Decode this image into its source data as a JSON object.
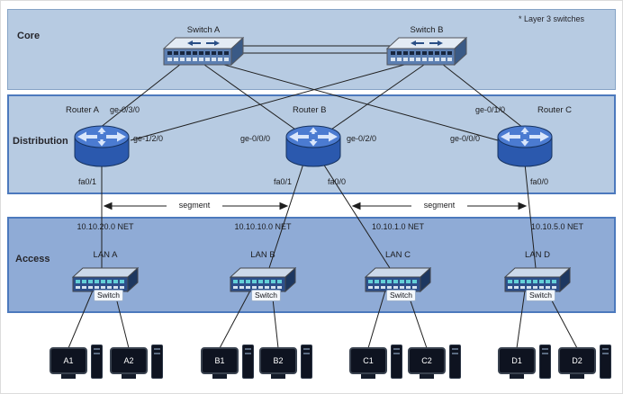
{
  "note": "* Layer 3 switches",
  "colors": {
    "layer_band": "#b7cbe2",
    "access_band": "#8fabd6",
    "band_border": "#4c79bd",
    "router_blue": "#2b59ae",
    "port_cyan": "#63cfd8",
    "wire": "#1f1f1f"
  },
  "core": {
    "label": "Core",
    "switches": [
      {
        "name": "Switch A"
      },
      {
        "name": "Switch B"
      }
    ]
  },
  "distribution": {
    "label": "Distribution",
    "routers": [
      {
        "name": "Router A",
        "uplink_a": "ge-0/3/0",
        "uplink_b": "ge-1/2/0",
        "downlink_left": "fa0/1"
      },
      {
        "name": "Router B",
        "uplink_a": "ge-0/0/0",
        "uplink_b": "ge-0/2/0",
        "downlink_left": "fa0/1",
        "downlink_right": "fa0/0"
      },
      {
        "name": "Router C",
        "uplink_a": "ge-0/1/0",
        "uplink_b": "ge-0/0/0",
        "downlink_right": "fa0/0"
      }
    ]
  },
  "segments": [
    {
      "label": "segment"
    },
    {
      "label": "segment"
    }
  ],
  "access": {
    "label": "Access",
    "lans": [
      {
        "name": "LAN A",
        "network": "10.10.20.0 NET",
        "device": "Switch"
      },
      {
        "name": "LAN B",
        "network": "10.10.10.0 NET",
        "device": "Switch"
      },
      {
        "name": "LAN C",
        "network": "10.10.1.0 NET",
        "device": "Switch"
      },
      {
        "name": "LAN D",
        "network": "10.10.5.0 NET",
        "device": "Switch"
      }
    ]
  },
  "hosts": [
    {
      "label": "A1"
    },
    {
      "label": "A2"
    },
    {
      "label": "B1"
    },
    {
      "label": "B2"
    },
    {
      "label": "C1"
    },
    {
      "label": "C2"
    },
    {
      "label": "D1"
    },
    {
      "label": "D2"
    }
  ]
}
